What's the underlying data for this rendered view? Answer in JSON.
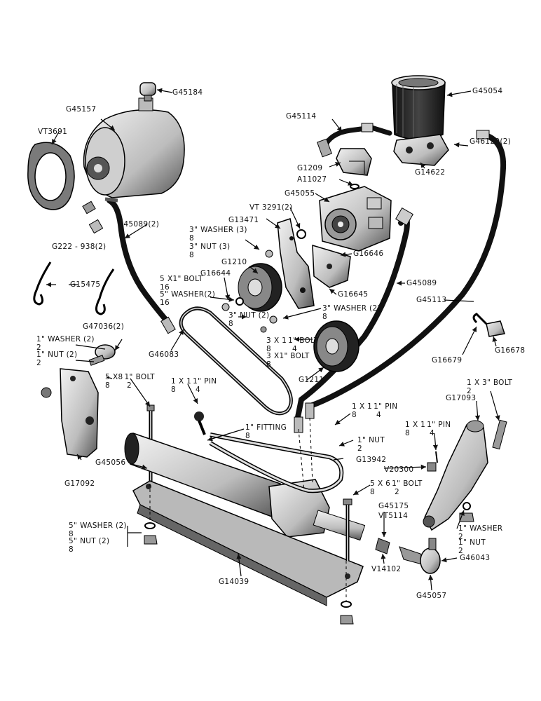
{
  "labels": {
    "g45184": "G45184",
    "g45157": "G45157",
    "vt3691": "VT3691",
    "g45054": "G45054",
    "g45114": "G45114",
    "g1209": "G1209",
    "g14622": "G14622",
    "g46120": "G46120(2)",
    "a11027": "A11027",
    "g45055": "G45055",
    "vt3291": "VT 3291(2)",
    "g13471": "G13471",
    "g45089_2": "G45089(2)",
    "g222_938": "G222 - 938(2)",
    "washer38_a": "3\"",
    "washer38_b": "8",
    "washer38_c": "WASHER (3)",
    "nut38_a": "3\"",
    "nut38_b": "8",
    "nut38_c": "NUT (3)",
    "g16646": "G16646",
    "g1210": "G1210",
    "g16644": "G16644",
    "bolt516_a": "5",
    "bolt516_b": "16",
    "bolt516_c": "X1\" BOLT",
    "washer516_a": "5\"",
    "washer516_b": "16",
    "washer516_c": "WASHER(2)",
    "g15475": "G15475",
    "g16645": "G16645",
    "g45089": "G45089",
    "g45113": "G45113",
    "nut38_2_a": "3\"",
    "nut38_2_b": "8",
    "nut38_2_c": "NUT (2)",
    "washer38_2_a": "3\"",
    "washer38_2_b": "8",
    "washer38_2_c": "WASHER (2)",
    "bolt38_114_a": "3",
    "bolt38_114_b": "8",
    "bolt38_114_c": "X 1",
    "bolt38_114_d": "1\"",
    "bolt38_114_e": "4",
    "bolt38_114_f": "BOLT",
    "bolt38_1_a": "3",
    "bolt38_1_b": "8",
    "bolt38_1_c": "X1\" BOLT",
    "g47036": "G47036(2)",
    "washer12_a": "1\"",
    "washer12_b": "2",
    "washer12_c": "WASHER (2)",
    "nut12_a": "1\"",
    "nut12_b": "2",
    "nut12_c": "NUT (2)",
    "g46083": "G46083",
    "g16678": "G16678",
    "g16679": "G16679",
    "g1211": "G1211",
    "bolt58x812_a": "5",
    "bolt58x812_b": "8",
    "bolt58x812_c": "X8",
    "bolt58x812_d": "1\"",
    "bolt58x812_e": "2",
    "bolt58x812_f": "BOLT",
    "pin18_a_a": "1",
    "pin18_a_b": "8",
    "pin18_a_c": "X 1",
    "pin18_a_d": "1\"",
    "pin18_a_e": "4",
    "pin18_a_f": "PIN",
    "bolt12x3_a": "1",
    "bolt12x3_b": "2",
    "bolt12x3_c": "X 3\" BOLT",
    "g17093": "G17093",
    "pin18_b_a": "1",
    "pin18_b_b": "8",
    "pin18_b_c": "X 1",
    "pin18_b_d": "1\"",
    "pin18_b_e": "4",
    "pin18_b_f": "PIN",
    "fitting_a": "1\"",
    "fitting_b": "8",
    "fitting_c": "FITTING",
    "pin18_c_a": "1",
    "pin18_c_b": "8",
    "pin18_c_c": "X 1",
    "pin18_c_d": "1\"",
    "pin18_c_e": "4",
    "pin18_c_f": "PIN",
    "nut12b_a": "1\"",
    "nut12b_b": "2",
    "nut12b_c": "NUT",
    "g17092": "G17092",
    "g45056": "G45056",
    "g13942": "G13942",
    "v20300": "V20300",
    "bolt58x612_a": "5",
    "bolt58x612_b": "8",
    "bolt58x612_c": "X 6",
    "bolt58x612_d": "1\"",
    "bolt58x612_e": "2",
    "bolt58x612_f": "BOLT",
    "g45175": "G45175",
    "vt5114": "VT5114",
    "washer12b_a": "1\"",
    "washer12b_b": "2",
    "washer12b_c": "WASHER",
    "nut12c_a": "1\"",
    "nut12c_b": "2",
    "nut12c_c": "NUT",
    "washer58_a": "5\"",
    "washer58_b": "8",
    "washer58_c": "WASHER (2)",
    "nut58_a": "5\"",
    "nut58_b": "8",
    "nut58_c": "NUT (2)",
    "g14039": "G14039",
    "v14102": "V14102",
    "g46043": "G46043",
    "g45057": "G45057"
  }
}
